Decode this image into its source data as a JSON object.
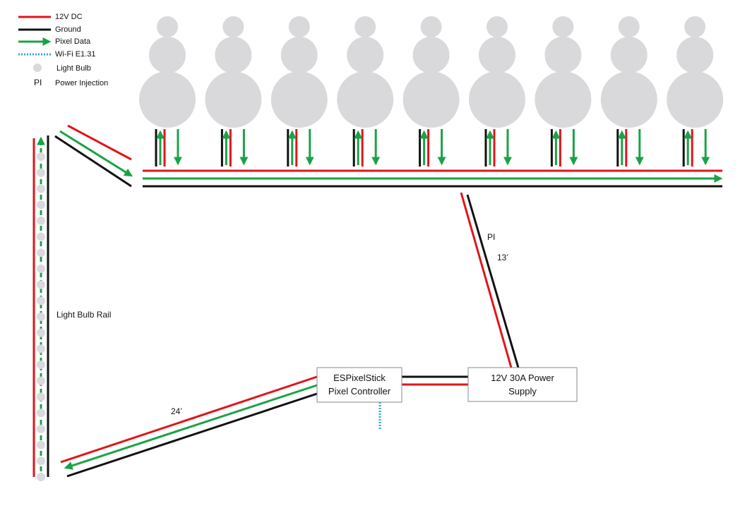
{
  "colors": {
    "dc12v": "#e0151b",
    "ground": "#111111",
    "pixel_data": "#19a347",
    "wifi": "#2aa9d6",
    "bulb": "#d9d9db",
    "box_border": "#8a8a8a"
  },
  "legend": {
    "items": [
      {
        "label": "12V DC",
        "type": "line-red"
      },
      {
        "label": "Ground",
        "type": "line-black"
      },
      {
        "label": "Pixel Data",
        "type": "arrow-green"
      },
      {
        "label": "Wi-Fi E1.31",
        "type": "dotted-cyan"
      },
      {
        "label": "Light Bulb",
        "type": "bulb"
      },
      {
        "label": "Power Injection",
        "key": "PI",
        "type": "text"
      }
    ]
  },
  "snowmen": {
    "count": 9
  },
  "rail": {
    "label": "Light Bulb Rail",
    "bulb_count": 21
  },
  "injection": {
    "label": "PI",
    "length": "13’"
  },
  "controller_run": {
    "length": "24’"
  },
  "controller": {
    "line1": "ESPixelStick",
    "line2": "Pixel Controller"
  },
  "power_supply": {
    "line1": "12V 30A Power",
    "line2": "Supply"
  }
}
